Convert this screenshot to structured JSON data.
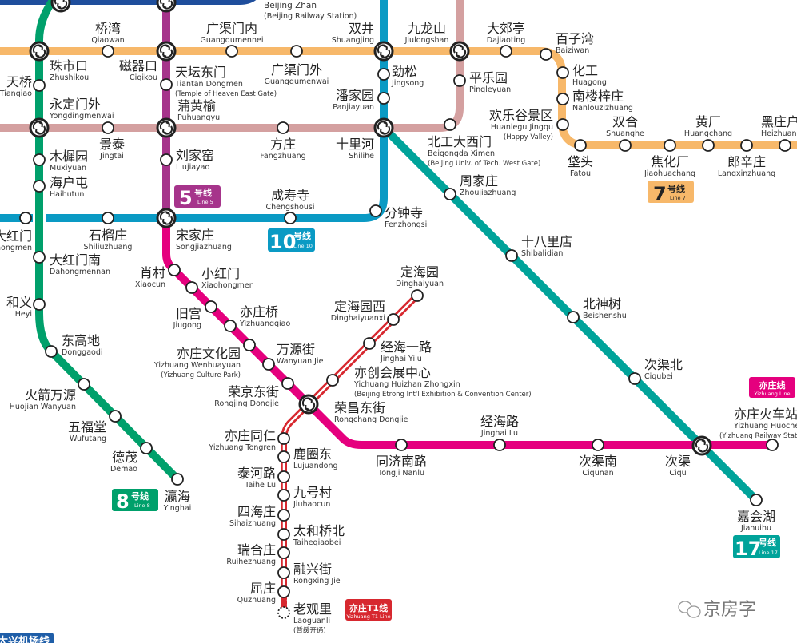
{
  "colors": {
    "line2": "#1f4e9c",
    "line5": "#a6348b",
    "line7": "#f7b86a",
    "line8": "#00a06b",
    "line10": "#0a9ac4",
    "line14": "#d4a0a0",
    "line17": "#00a39a",
    "yizhuang": "#e5007e",
    "t1": "#d7282f"
  },
  "top_label": {
    "en": "Beijing Zhan",
    "note": "(Beijing Railway Station)"
  },
  "badges": {
    "line5": {
      "num": "5",
      "zh": "号线",
      "en": "Line 5"
    },
    "line10": {
      "num": "10",
      "zh": "号线",
      "en": "Line 10"
    },
    "line7": {
      "num": "7",
      "zh": "号线",
      "en": "Line 7"
    },
    "line8": {
      "num": "8",
      "zh": "号线",
      "en": "Line 8"
    },
    "line17": {
      "num": "17",
      "zh": "号线",
      "en": "Line 17"
    },
    "yizhuang": {
      "zh": "亦庄线",
      "en": "Yizhuang Line"
    },
    "t1": {
      "zh": "亦庄T1线",
      "en": "Yizhuang T1 Line"
    },
    "daxing": {
      "zh": "大兴机场线"
    }
  },
  "watermark": "京房字",
  "stations": {
    "qiaowan": {
      "zh": "桥湾",
      "en": "Qiaowan"
    },
    "zhushikou": {
      "zh": "珠市口",
      "en": "Zhushikou"
    },
    "tianqiao": {
      "zh": "天桥",
      "en": "Tianqiao"
    },
    "ciqikou": {
      "zh": "磁器口",
      "en": "Ciqikou"
    },
    "guangqumennei": {
      "zh": "广渠门内",
      "en": "Guangqumennei"
    },
    "tiantandongmen": {
      "zh": "天坛东门",
      "en": "Tiantan Dongmen",
      "note": "(Temple of Heaven East Gate)"
    },
    "guangqumenwai": {
      "zh": "广渠门外",
      "en": "Guangqumenwai"
    },
    "shuangjing": {
      "zh": "双井",
      "en": "Shuangjing"
    },
    "jingsong": {
      "zh": "劲松",
      "en": "Jingsong"
    },
    "panjiayuan": {
      "zh": "潘家园",
      "en": "Panjiayuan"
    },
    "jiulongshan": {
      "zh": "九龙山",
      "en": "Jiulongshan"
    },
    "dajiaoting": {
      "zh": "大郊亭",
      "en": "Dajiaoting"
    },
    "baiziwan": {
      "zh": "百子湾",
      "en": "Baiziwan"
    },
    "huagong": {
      "zh": "化工",
      "en": "Huagong"
    },
    "nanlouzizhuang": {
      "zh": "南楼梓庄",
      "en": "Nanlouzizhuang"
    },
    "huanlegu": {
      "zh": "欢乐谷景区",
      "en": "Huanlegu Jingqu",
      "note": "(Happy Valley)"
    },
    "fatou": {
      "zh": "垡头",
      "en": "Fatou"
    },
    "shuanghe": {
      "zh": "双合",
      "en": "Shuanghe"
    },
    "jiaohuachang": {
      "zh": "焦化厂",
      "en": "Jiaohuachang"
    },
    "huangchang": {
      "zh": "黄厂",
      "en": "Huangchang"
    },
    "langxinzhuang": {
      "zh": "郎辛庄",
      "en": "Langxinzhuang"
    },
    "heizhuanghu": {
      "zh": "黑庄户",
      "en": "Heizhuanghu"
    },
    "yongdingmenwai": {
      "zh": "永定门外",
      "en": "Yongdingmenwai"
    },
    "jingtai": {
      "zh": "景泰",
      "en": "Jingtai"
    },
    "puhuangyu": {
      "zh": "蒲黄榆",
      "en": "Puhuangyu"
    },
    "fangzhuang": {
      "zh": "方庄",
      "en": "Fangzhuang"
    },
    "shilihe": {
      "zh": "十里河",
      "en": "Shilihe"
    },
    "beigongda": {
      "zh": "北工大西门",
      "en": "Beigongda Ximen",
      "note": "(Beijing Univ. of Tech. West Gate)"
    },
    "pingleyuan": {
      "zh": "平乐园",
      "en": "Pingleyuan"
    },
    "muxiyuan": {
      "zh": "木樨园",
      "en": "Muxiyuan"
    },
    "haihutun": {
      "zh": "海户屯",
      "en": "Haihutun"
    },
    "liujiayao": {
      "zh": "刘家窑",
      "en": "Liujiayao"
    },
    "dahongmen": {
      "zh": "大红门",
      "en": "Dahongmen"
    },
    "shiliuzhuang": {
      "zh": "石榴庄",
      "en": "Shiliuzhuang"
    },
    "songjiazhuang": {
      "zh": "宋家庄",
      "en": "Songjiazhuang"
    },
    "chengshousi": {
      "zh": "成寿寺",
      "en": "Chengshousi"
    },
    "fenzhongsi": {
      "zh": "分钟寺",
      "en": "Fenzhongsi"
    },
    "zhoujiazhuang": {
      "zh": "周家庄",
      "en": "Zhoujiazhuang"
    },
    "shibalidian": {
      "zh": "十八里店",
      "en": "Shibalidian"
    },
    "dahongmennan": {
      "zh": "大红门南",
      "en": "Dahongmennan"
    },
    "heyi": {
      "zh": "和义",
      "en": "Heyi"
    },
    "donggaodi": {
      "zh": "东高地",
      "en": "Donggaodi"
    },
    "huojianwanyuan": {
      "zh": "火箭万源",
      "en": "Huojian Wanyuan"
    },
    "wufutang": {
      "zh": "五福堂",
      "en": "Wufutang"
    },
    "demao": {
      "zh": "德茂",
      "en": "Demao"
    },
    "yinghai": {
      "zh": "瀛海",
      "en": "Yinghai"
    },
    "xiaocun": {
      "zh": "肖村",
      "en": "Xiaocun"
    },
    "xiaohongmen": {
      "zh": "小红门",
      "en": "Xiaohongmen"
    },
    "jiugong": {
      "zh": "旧宫",
      "en": "Jiugong"
    },
    "yizhuangqiao": {
      "zh": "亦庄桥",
      "en": "Yizhuangqiao"
    },
    "wenhuayuan": {
      "zh": "亦庄文化园",
      "en": "Yizhuang Wenhuayuan",
      "note": "(Yizhuang Culture Park)"
    },
    "wanyuanjie": {
      "zh": "万源街",
      "en": "Wanyuan Jie"
    },
    "rongjingdongjie": {
      "zh": "荣京东街",
      "en": "Rongjing Dongjie"
    },
    "rongchangdongjie": {
      "zh": "荣昌东街",
      "en": "Rongchang Dongjie"
    },
    "yichuang": {
      "zh": "亦创会展中心",
      "en": "Yichuang Huizhan Zhongxin",
      "note": "(Beijing Etrong Int'l Exhibition & Convention Center)"
    },
    "jinghaiyilu": {
      "zh": "经海一路",
      "en": "Jinghai Yilu"
    },
    "dinghaiyuanxi": {
      "zh": "定海园西",
      "en": "Dinghaiyuanxi"
    },
    "dinghaiyuan": {
      "zh": "定海园",
      "en": "Dinghaiyuan"
    },
    "tongren": {
      "zh": "亦庄同仁",
      "en": "Yizhuang Tongren"
    },
    "lujuandong": {
      "zh": "鹿圈东",
      "en": "Lujuandong"
    },
    "taihelu": {
      "zh": "泰河路",
      "en": "Taihe Lu"
    },
    "jiuhaocun": {
      "zh": "九号村",
      "en": "Jiuhaocun"
    },
    "sihaizhuang": {
      "zh": "四海庄",
      "en": "Sihaizhuang"
    },
    "taiheqiaobei": {
      "zh": "太和桥北",
      "en": "Taiheqiaobei"
    },
    "ruihezhuang": {
      "zh": "瑞合庄",
      "en": "Ruihezhuang"
    },
    "rongxingjie": {
      "zh": "融兴街",
      "en": "Rongxing Jie"
    },
    "quzhuang": {
      "zh": "屈庄",
      "en": "Quzhuang"
    },
    "laoguanli": {
      "zh": "老观里",
      "en": "Laoguanli",
      "note": "(暂缓开通)"
    },
    "tongjinanlu": {
      "zh": "同济南路",
      "en": "Tongji Nanlu"
    },
    "jinghailu": {
      "zh": "经海路",
      "en": "Jinghai Lu"
    },
    "ciqunan": {
      "zh": "次渠南",
      "en": "Ciqunan"
    },
    "ciqu": {
      "zh": "次渠",
      "en": "Ciqu"
    },
    "yizhuanghuochezhan": {
      "zh": "亦庄火车站",
      "en": "Yizhuang Huochezhan",
      "note": "(Yizhuang Railway Station)"
    },
    "ciqubei": {
      "zh": "次渠北",
      "en": "Ciqubei"
    },
    "beishenshu": {
      "zh": "北神树",
      "en": "Beishenshu"
    },
    "jiahuihu": {
      "zh": "嘉会湖",
      "en": "Jiahuihu"
    }
  }
}
